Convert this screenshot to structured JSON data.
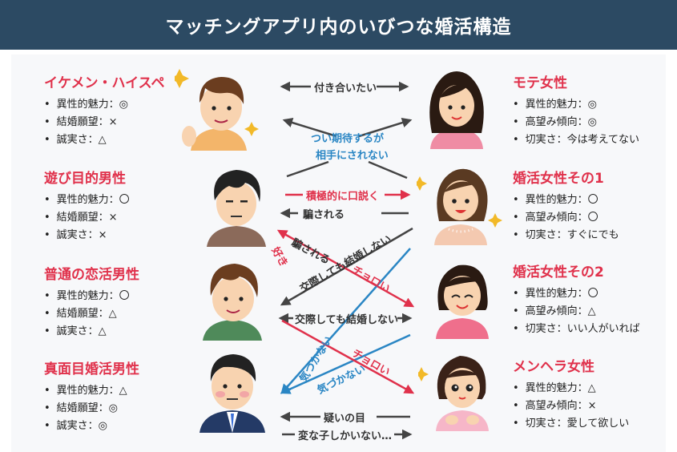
{
  "title": "マッチングアプリ内のいびつな婚活構造",
  "colors": {
    "header_bg": "#2c4a63",
    "accent_red": "#e0314b",
    "accent_blue": "#2a86c4",
    "dark_line": "#444444"
  },
  "men": [
    {
      "name": "イケメン・ハイスペ",
      "attrs": [
        "異性的魅力：◎",
        "結婚願望：×",
        "誠実さ：△"
      ]
    },
    {
      "name": "遊び目的男性",
      "attrs": [
        "異性的魅力：〇",
        "結婚願望：×",
        "誠実さ：×"
      ]
    },
    {
      "name": "普通の恋活男性",
      "attrs": [
        "異性的魅力：〇",
        "結婚願望：△",
        "誠実さ：△"
      ]
    },
    {
      "name": "真面目婚活男性",
      "attrs": [
        "異性的魅力：△",
        "結婚願望：◎",
        "誠実さ：◎"
      ]
    }
  ],
  "women": [
    {
      "name": "モテ女性",
      "attrs": [
        "異性的魅力：◎",
        "高望み傾向：◎",
        "切実さ：今は考えてない"
      ]
    },
    {
      "name": "婚活女性その1",
      "attrs": [
        "異性的魅力：〇",
        "高望み傾向：〇",
        "切実さ：すぐにでも"
      ]
    },
    {
      "name": "婚活女性その2",
      "attrs": [
        "異性的魅力：〇",
        "高望み傾向：△",
        "切実さ：いい人がいれば"
      ]
    },
    {
      "name": "メンヘラ女性",
      "attrs": [
        "異性的魅力：△",
        "高望み傾向：×",
        "切実さ：愛して欲しい"
      ]
    }
  ],
  "relations": {
    "dating": "付き合いたい",
    "expect_1": "つい期待するが",
    "expect_2": "相手にされない",
    "pursue": "積極的に口説く",
    "deceived": "騙される",
    "deceived_diag": "騙される",
    "like": "好き",
    "no_marry_diag": "交際しても結婚しない",
    "easy_1": "チョロい",
    "no_marry": "交際しても結婚しない",
    "unnoticed_1": "気づかない",
    "easy_2": "チョロい",
    "unnoticed_2": "気づかない",
    "suspicion": "疑いの目",
    "strange": "変な子しかいない…"
  },
  "icons": [
    "avatar-ikemen-icon",
    "avatar-playboy-icon",
    "avatar-normal-man-icon",
    "avatar-serious-man-icon",
    "avatar-popular-woman-icon",
    "avatar-konkatsu-woman1-icon",
    "avatar-konkatsu-woman2-icon",
    "avatar-menhera-woman-icon"
  ]
}
